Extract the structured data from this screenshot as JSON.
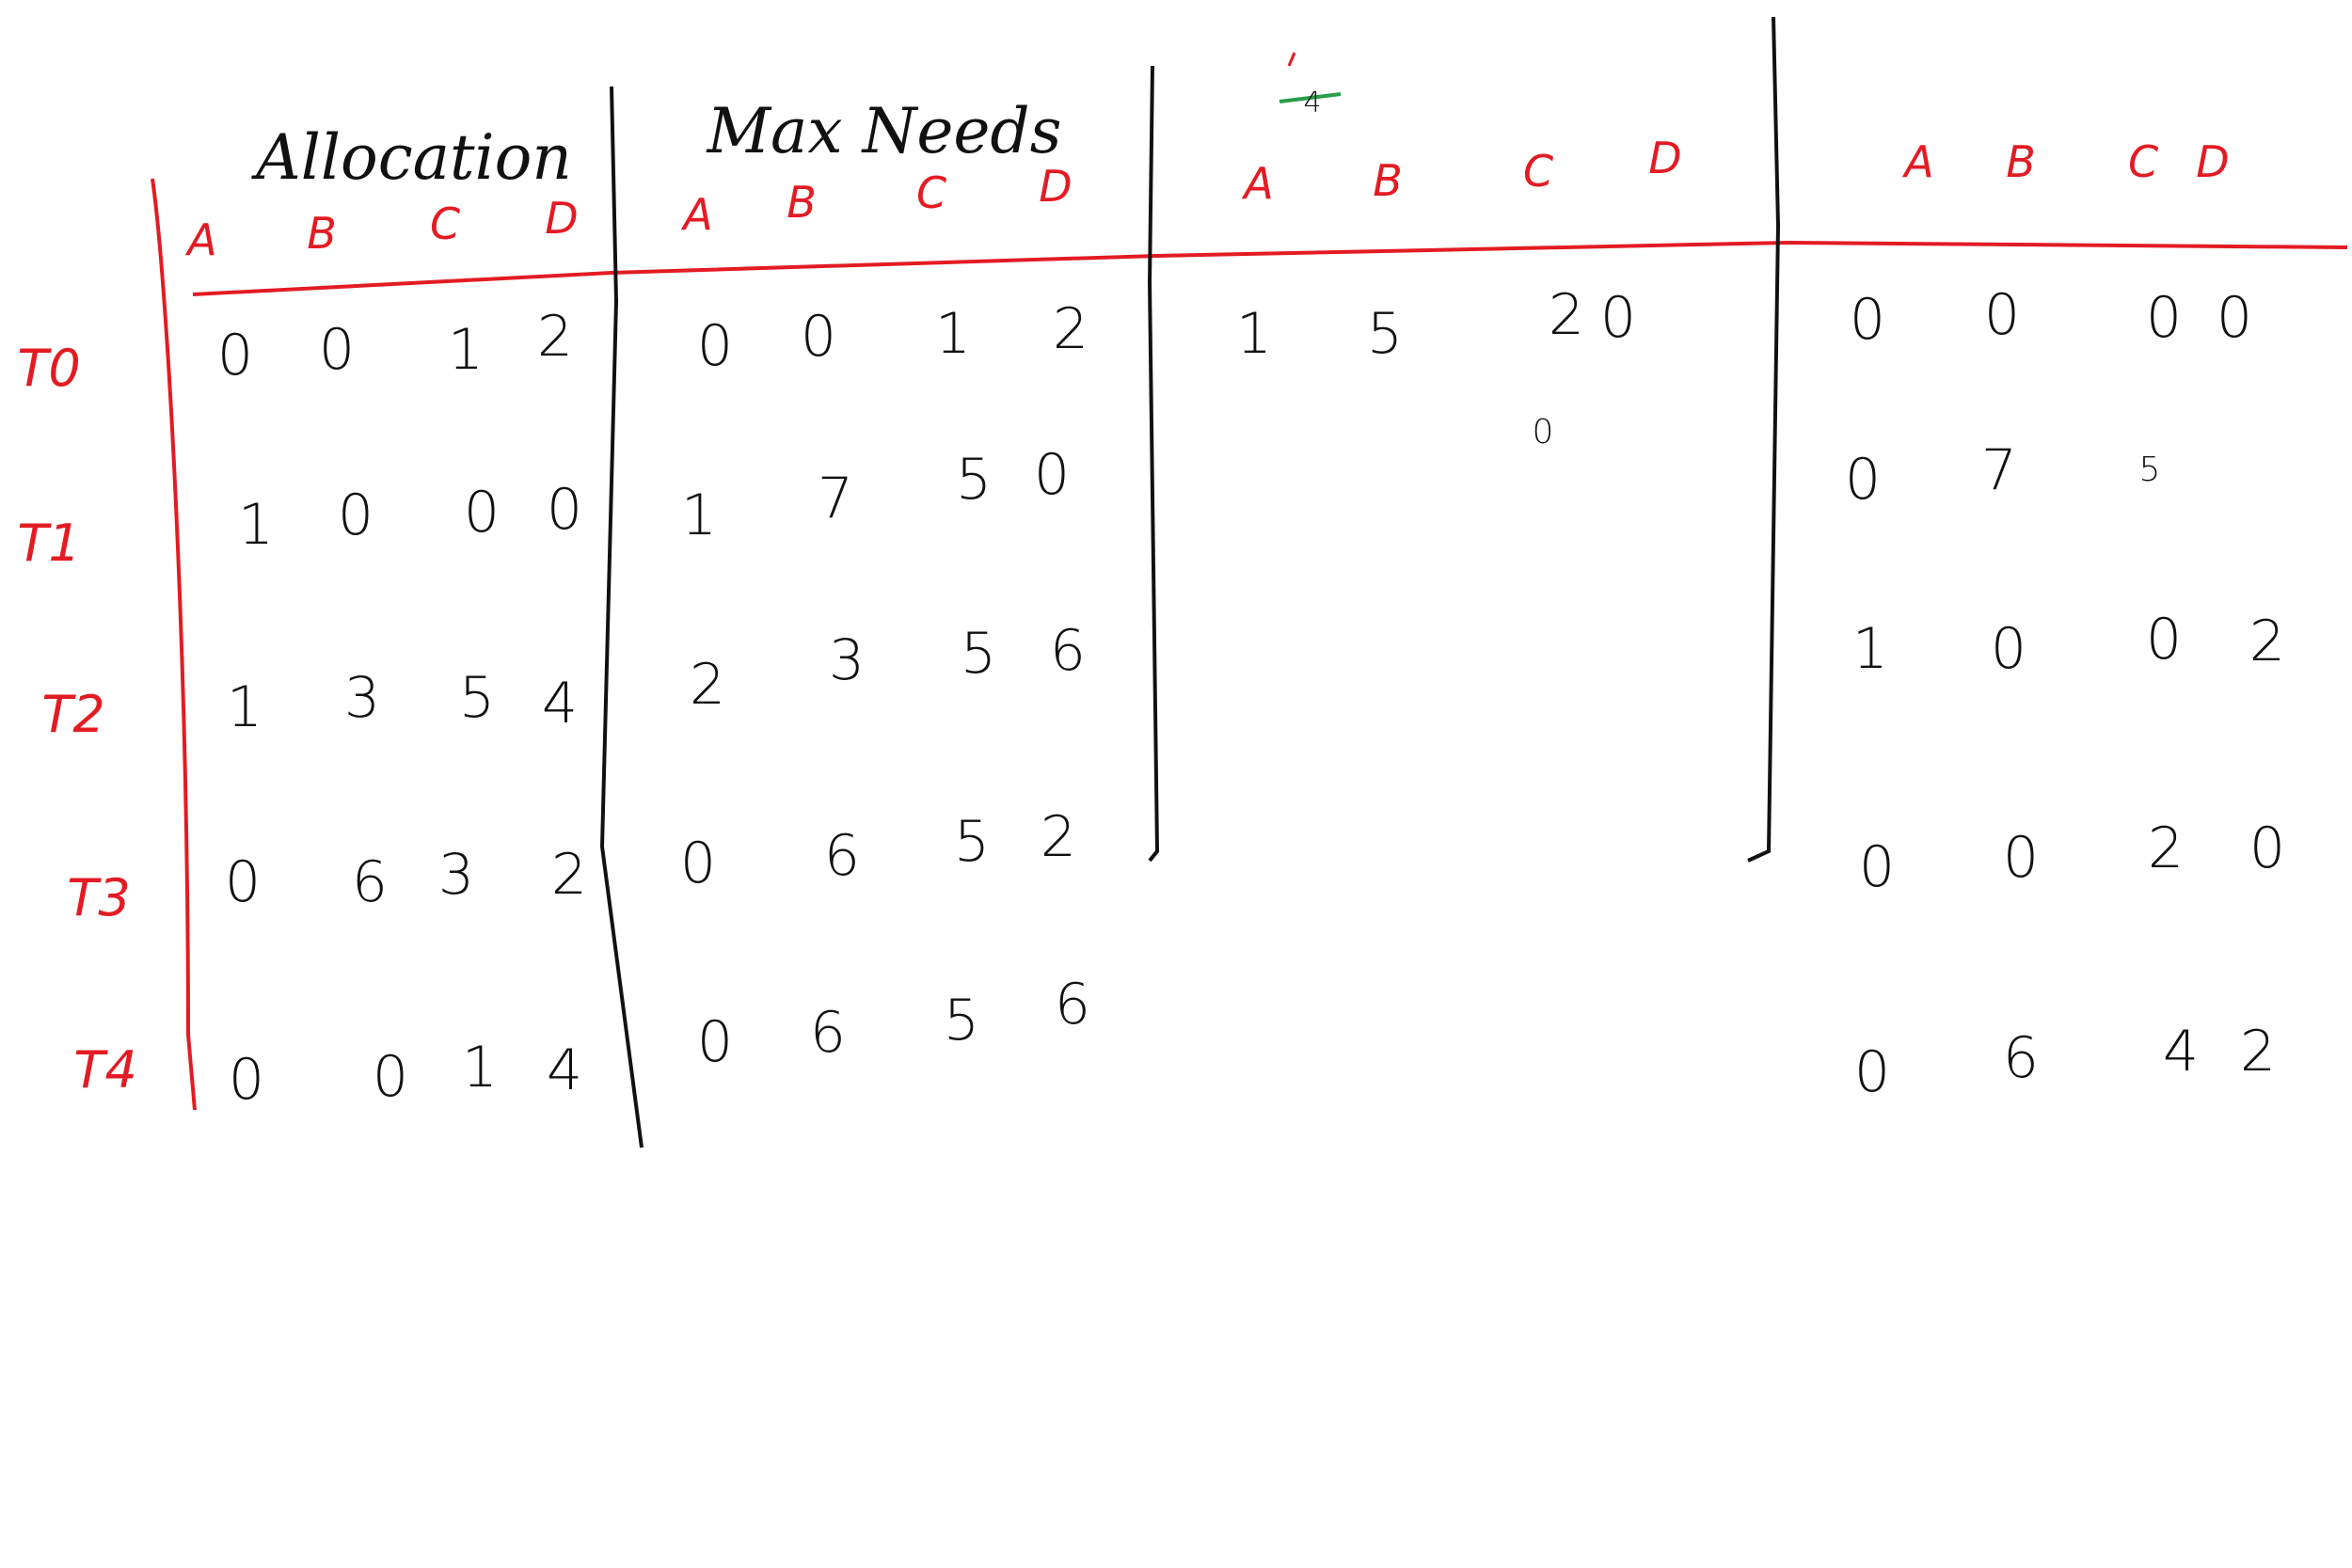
{
  "titles": {
    "allocation": "Allocation",
    "max_needs": "Max Needs"
  },
  "available_mark": "4",
  "cols": [
    "A",
    "B",
    "C",
    "D"
  ],
  "rows": [
    "T0",
    "T1",
    "T2",
    "T3",
    "T4"
  ],
  "allocation": [
    [
      "0",
      "0",
      "1",
      "2"
    ],
    [
      "1",
      "0",
      "0",
      "0"
    ],
    [
      "1",
      "3",
      "5",
      "4"
    ],
    [
      "0",
      "6",
      "3",
      "2"
    ],
    [
      "0",
      "0",
      "1",
      "4"
    ]
  ],
  "max_needs": [
    [
      "0",
      "0",
      "1",
      "2"
    ],
    [
      "1",
      "7",
      "5",
      "0"
    ],
    [
      "2",
      "3",
      "5",
      "6"
    ],
    [
      "0",
      "6",
      "5",
      "2"
    ],
    [
      "0",
      "6",
      "5",
      "6"
    ]
  ],
  "available": [
    "1",
    "5",
    "2",
    "0"
  ],
  "available_note": "0",
  "need": [
    [
      "0",
      "0",
      "0",
      "0"
    ],
    [
      "0",
      "7",
      "5"
    ],
    [
      "1",
      "0",
      "0",
      "2"
    ],
    [
      "0",
      "0",
      "2",
      "0"
    ],
    [
      "0",
      "6",
      "4",
      "2"
    ]
  ],
  "colors": {
    "ink": "#111111",
    "red": "#e31b23",
    "green": "#2a9d4b"
  }
}
